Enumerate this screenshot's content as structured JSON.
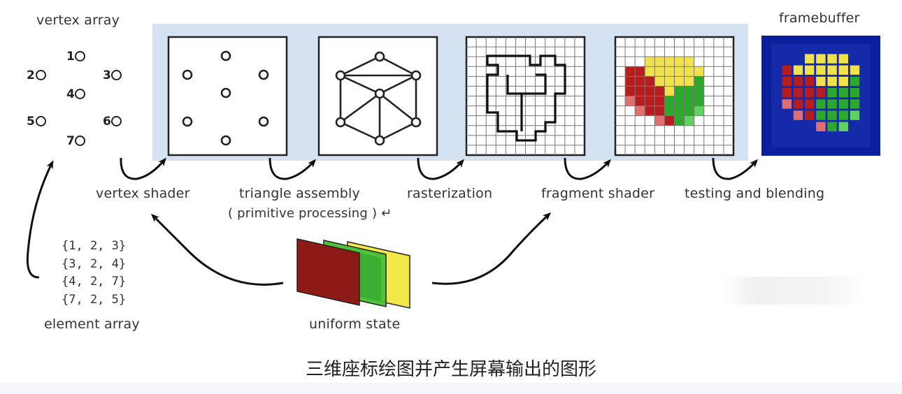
{
  "labels": {
    "vertex_array": "vertex array",
    "framebuffer": "framebuffer",
    "vertex_shader": "vertex shader",
    "triangle_assembly": "triangle assembly",
    "primitive_processing": "( primitive processing ) ↵",
    "rasterization": "rasterization",
    "fragment_shader": "fragment shader",
    "testing_blending": "testing and blending",
    "element_array": "element array",
    "uniform_state": "uniform state"
  },
  "vertices": [
    {
      "label": "1"
    },
    {
      "label": "2"
    },
    {
      "label": "3"
    },
    {
      "label": "4"
    },
    {
      "label": "5"
    },
    {
      "label": "6"
    },
    {
      "label": "7"
    }
  ],
  "element_array": [
    "{1, 2, 3}",
    "{3, 2, 4}",
    "{4, 2, 7}",
    "{7, 2, 5}"
  ],
  "caption": "三维座标绘图并产生屏幕输出的图形",
  "colors": {
    "stage_background": "#d5e2f2",
    "red": "#b81c1c",
    "yellow": "#f2e24a",
    "green": "#2ca82c",
    "framebuffer_bg": "#0a1f9c"
  }
}
